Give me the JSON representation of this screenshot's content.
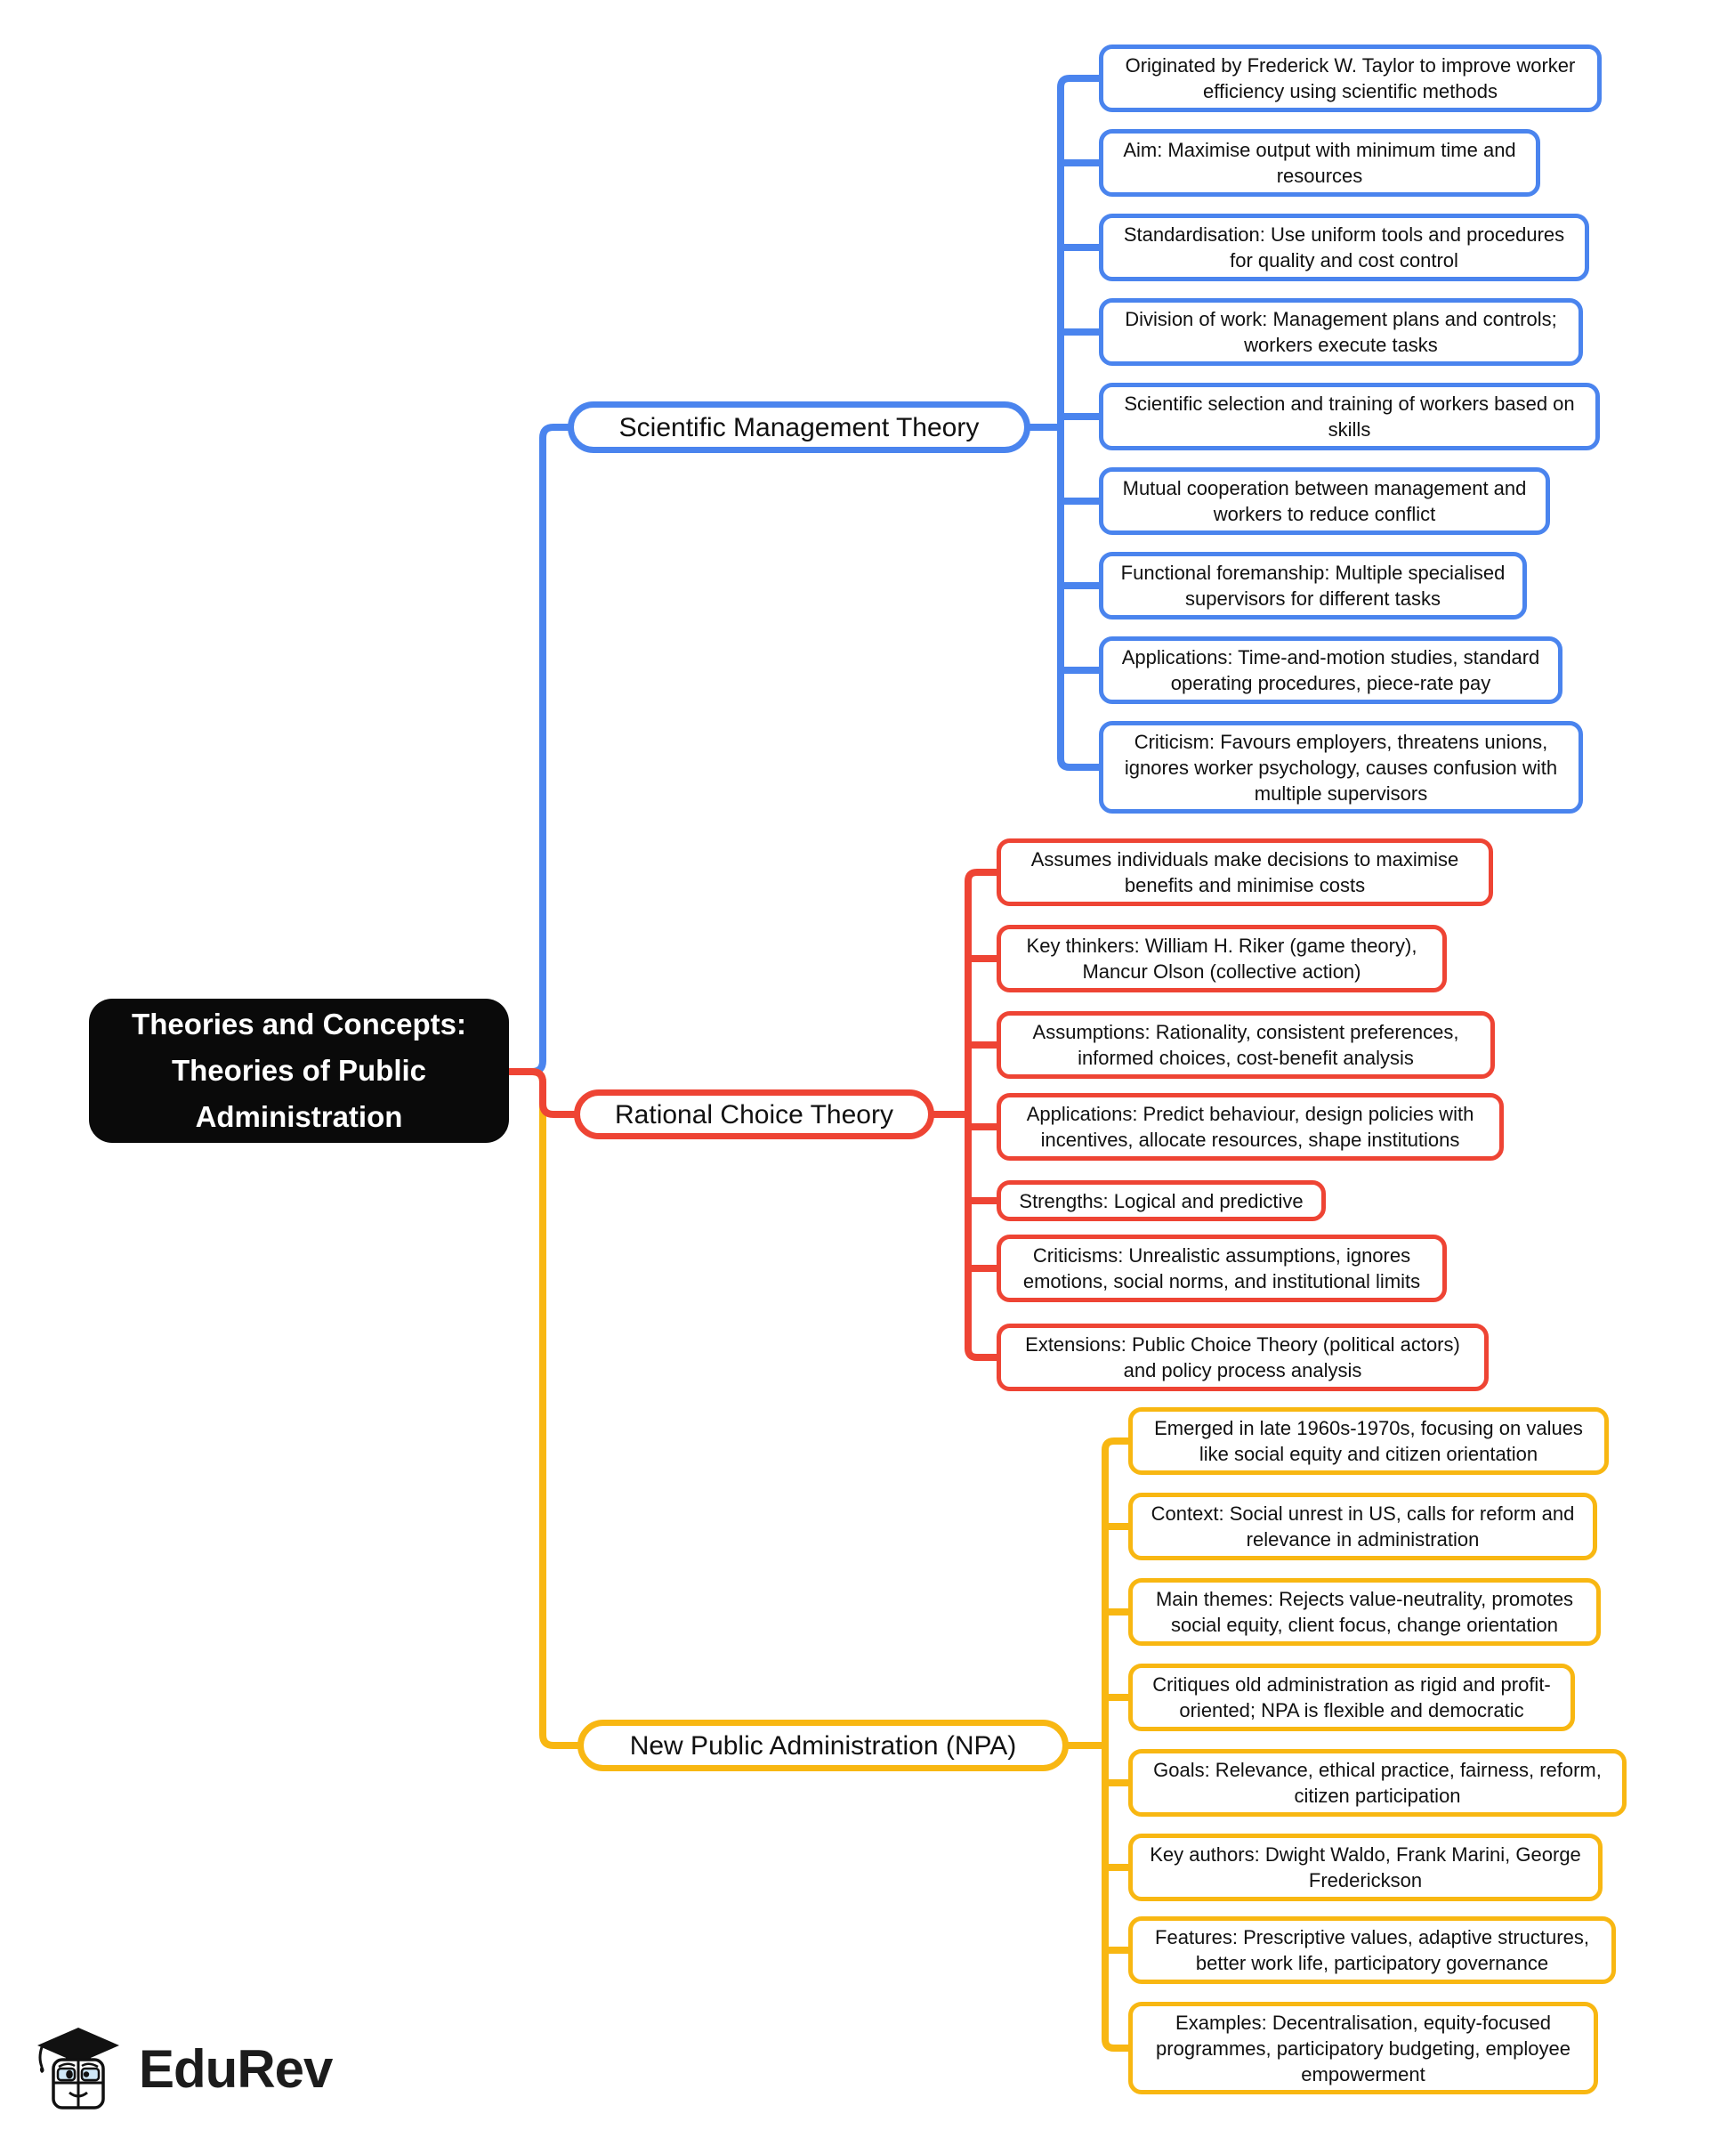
{
  "root": {
    "title": "Theories and Concepts:\nTheories of Public\nAdministration",
    "bg_color": "#0a0a0a",
    "text_color": "#ffffff"
  },
  "branches": [
    {
      "label": "Scientific Management Theory",
      "color": "#4a84ee",
      "children": [
        "Originated by Frederick W. Taylor to improve worker efficiency using scientific methods",
        "Aim: Maximise output with minimum time and resources",
        "Standardisation: Use uniform tools and procedures for quality and cost control",
        "Division of work: Management plans and controls; workers execute tasks",
        "Scientific selection and training of workers based on skills",
        "Mutual cooperation between management and workers to reduce conflict",
        "Functional foremanship: Multiple specialised supervisors for different tasks",
        "Applications: Time-and-motion studies, standard operating procedures, piece-rate pay",
        "Criticism: Favours employers, threatens unions, ignores worker psychology, causes confusion with multiple supervisors"
      ]
    },
    {
      "label": "Rational Choice Theory",
      "color": "#ee4434",
      "children": [
        "Assumes individuals make decisions to maximise benefits and minimise costs",
        "Key thinkers: William H. Riker (game theory), Mancur Olson (collective action)",
        "Assumptions: Rationality, consistent preferences, informed choices, cost-benefit analysis",
        "Applications: Predict behaviour, design policies with incentives, allocate resources, shape institutions",
        "Strengths: Logical and predictive",
        "Criticisms: Unrealistic assumptions, ignores emotions, social norms, and institutional limits",
        "Extensions: Public Choice Theory (political actors) and policy process analysis"
      ]
    },
    {
      "label": "New Public Administration (NPA)",
      "color": "#f8b712",
      "children": [
        "Emerged in late 1960s-1970s, focusing on values like social equity and citizen orientation",
        "Context: Social unrest in US, calls for reform and relevance in administration",
        "Main themes: Rejects value-neutrality, promotes social equity, client focus, change orientation",
        "Critiques old administration as rigid and profit-oriented; NPA is flexible and democratic",
        "Goals: Relevance, ethical practice, fairness, reform, citizen participation",
        "Key authors: Dwight Waldo, Frank Marini, George Frederickson",
        "Features: Prescriptive values, adaptive structures, better work life, participatory governance",
        "Examples: Decentralisation, equity-focused programmes, participatory budgeting, employee empowerment"
      ]
    }
  ],
  "logo": {
    "brand": "EduRev"
  }
}
